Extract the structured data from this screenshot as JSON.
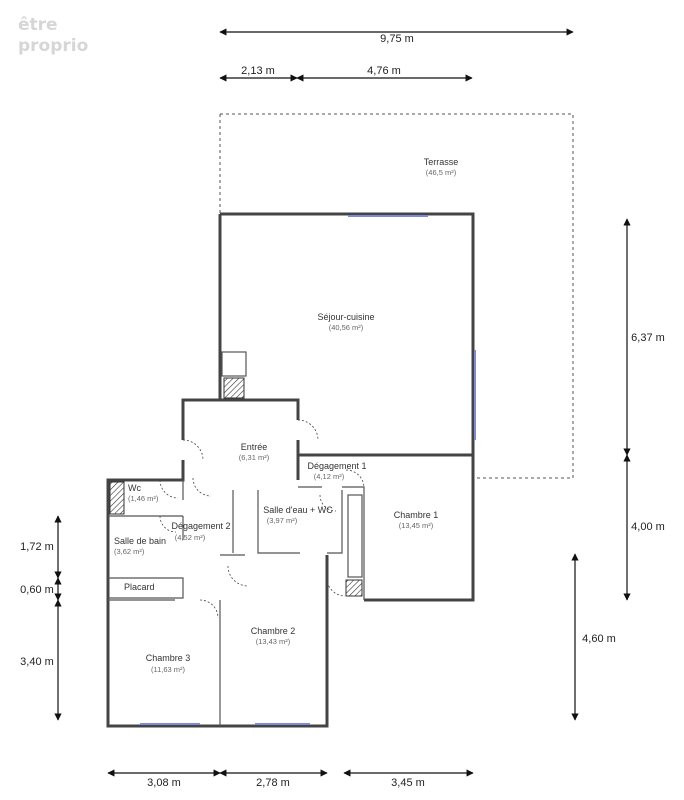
{
  "logo": {
    "line1": "être",
    "line2": "proprio"
  },
  "rooms": {
    "terrasse": {
      "name": "Terrasse",
      "area": "(46,5 m²)"
    },
    "sejour": {
      "name": "Séjour-cuisine",
      "area": "(40,56 m²)"
    },
    "entree": {
      "name": "Entrée",
      "area": "(6,31 m²)"
    },
    "degagement1": {
      "name": "Dégagement 1",
      "area": "(4,12 m²)"
    },
    "wc": {
      "name": "Wc",
      "area": "(1,46 m²)"
    },
    "degagement2": {
      "name": "Dégagement 2",
      "area": "(4,52 m²)"
    },
    "salle_eau": {
      "name": "Salle d'eau + WC",
      "area": "(3,97 m²)"
    },
    "chambre1": {
      "name": "Chambre 1",
      "area": "(13,45 m²)"
    },
    "salle_bain": {
      "name": "Salle de bain",
      "area": "(3,62 m²)"
    },
    "placard": {
      "name": "Placard"
    },
    "chambre2": {
      "name": "Chambre 2",
      "area": "(13,43 m²)"
    },
    "chambre3": {
      "name": "Chambre 3",
      "area": "(11,63 m²)"
    }
  },
  "dimensions": {
    "top_total": "9,75 m",
    "top_left": "2,13 m",
    "top_right": "4,76 m",
    "right_upper": "6,37 m",
    "right_lower": "4,00 m",
    "right_bottom": "4,60 m",
    "left_1": "1,72 m",
    "left_2": "0,60 m",
    "left_3": "3,40 m",
    "bottom_1": "3,08 m",
    "bottom_2": "2,78 m",
    "bottom_3": "3,45 m"
  }
}
